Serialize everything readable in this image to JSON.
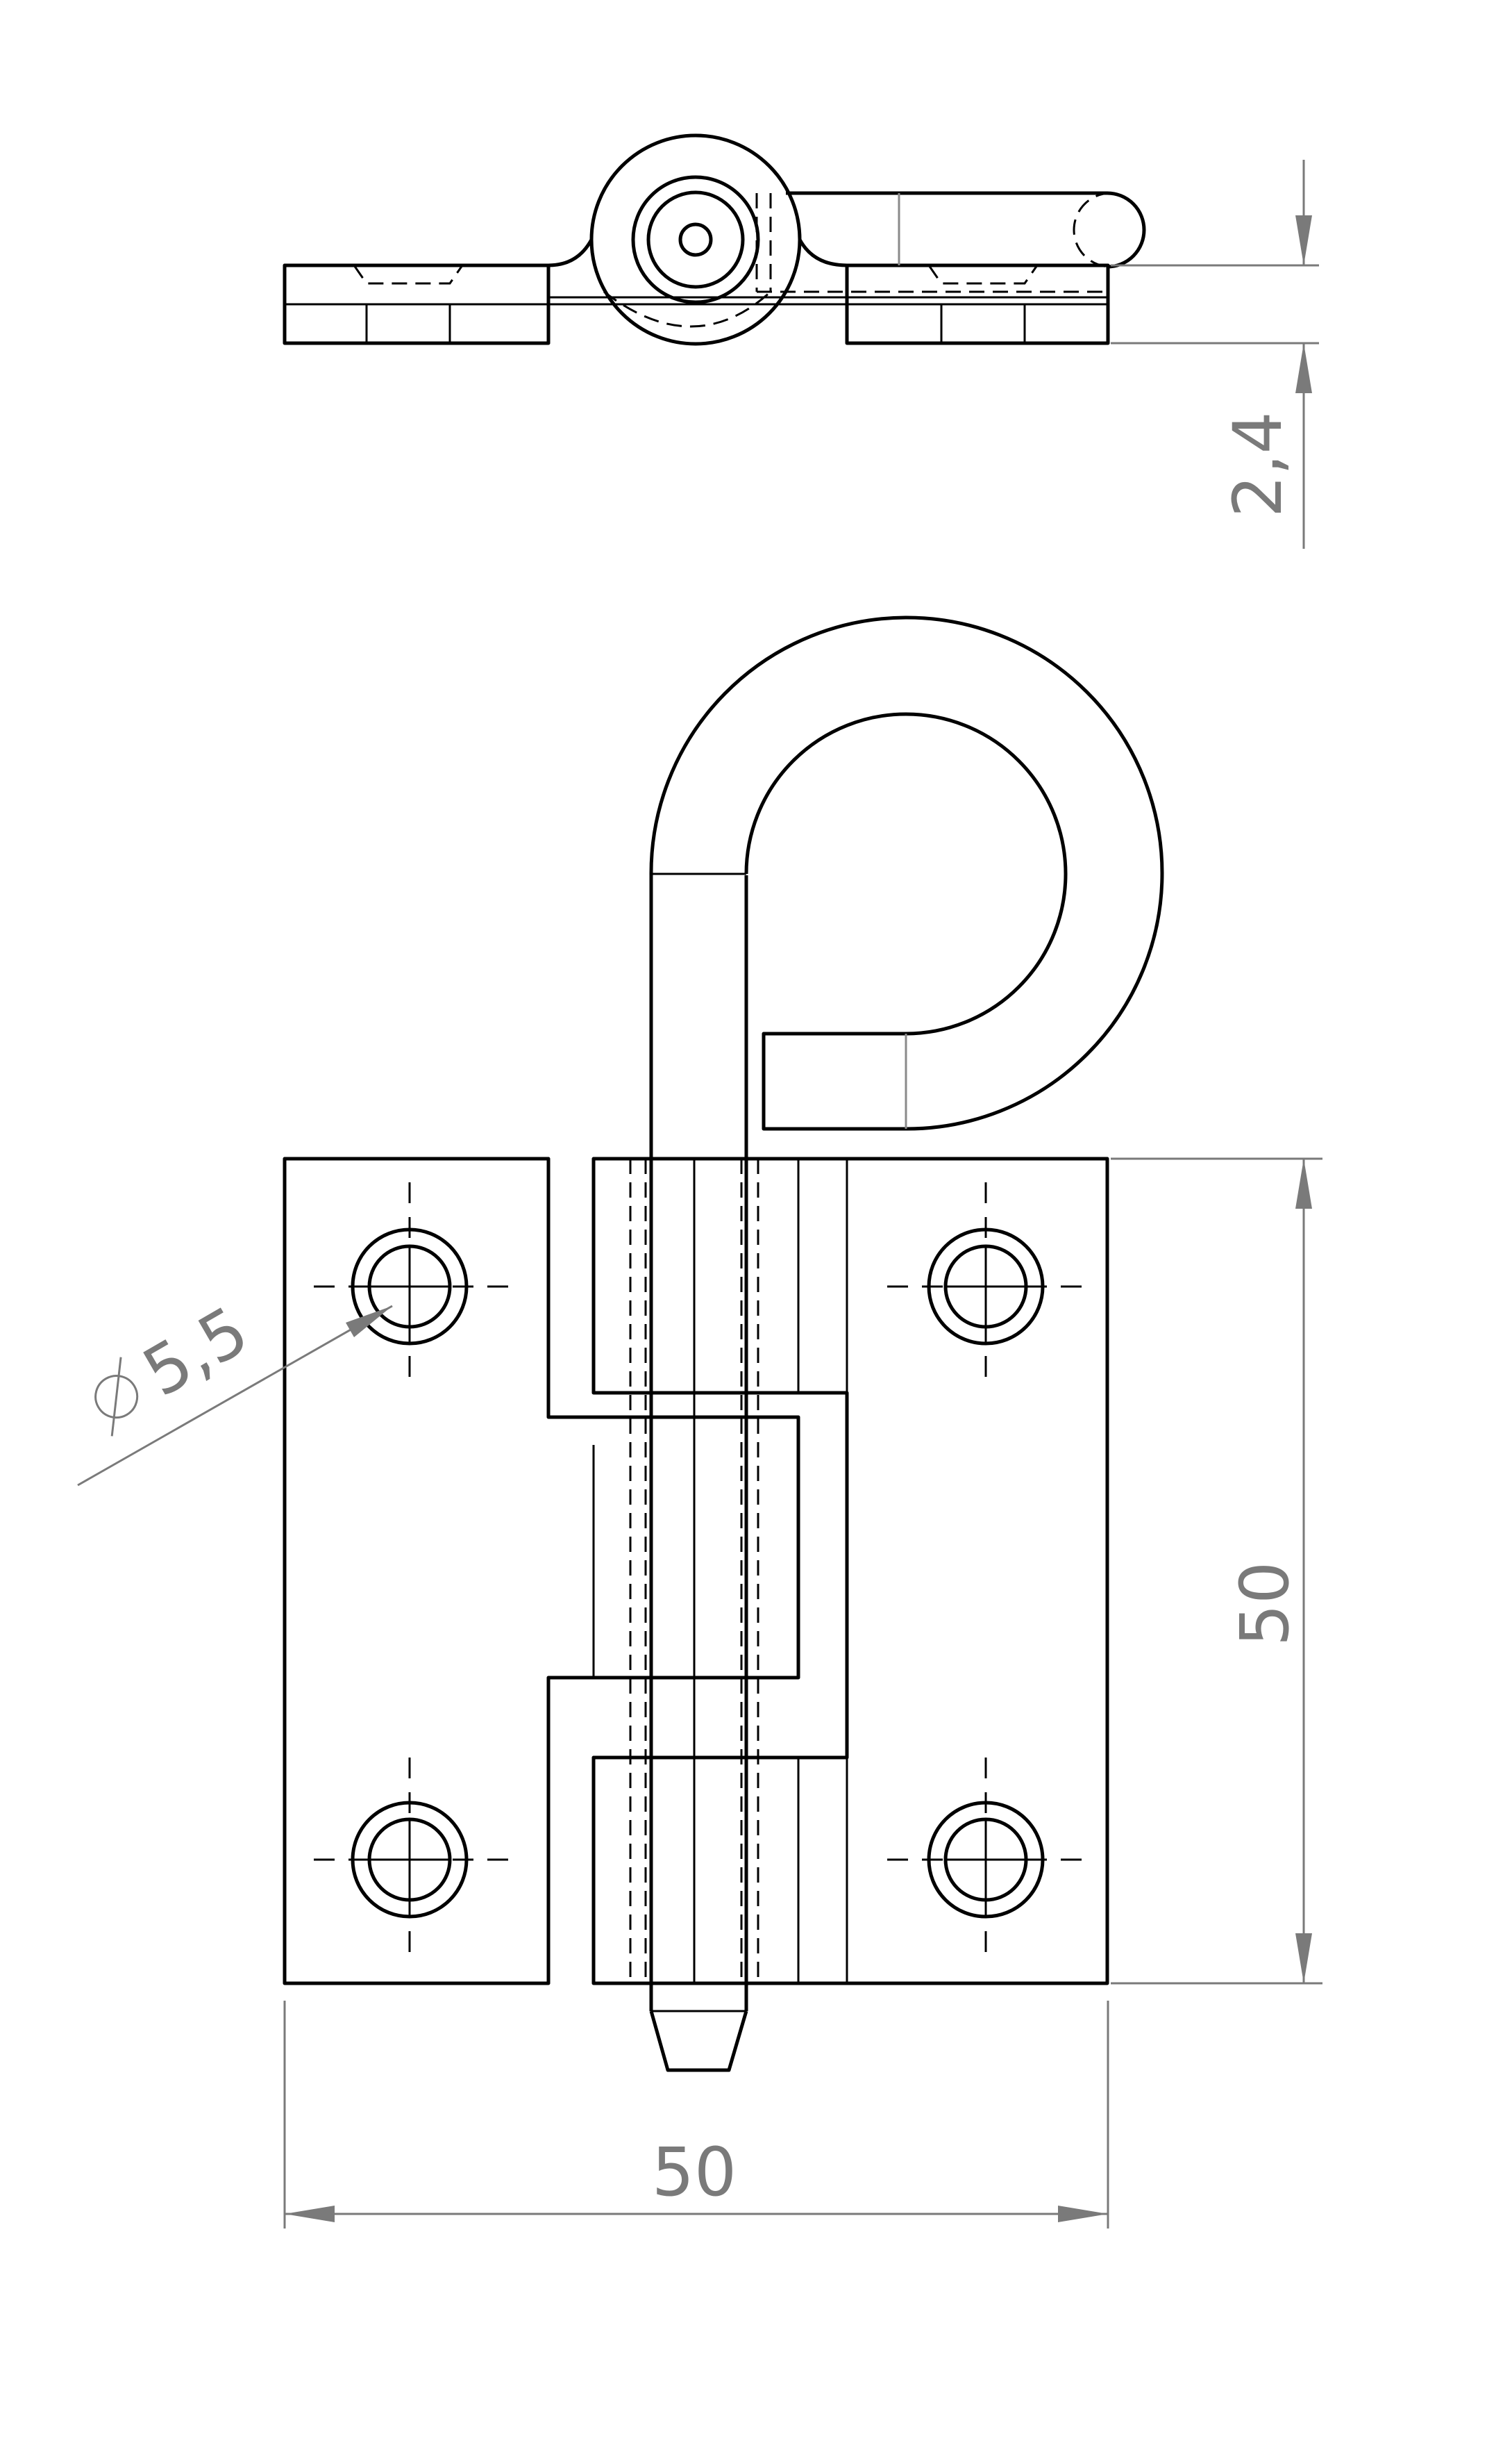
{
  "dimensions": {
    "thickness": "2,4",
    "height": "50",
    "width": "50",
    "hole_diameter": "5,5"
  },
  "colors": {
    "linework": "#000000",
    "dimension": "#7a7a7a",
    "background": "#ffffff"
  },
  "icons": {
    "diameter_symbol": "diameter-icon"
  }
}
